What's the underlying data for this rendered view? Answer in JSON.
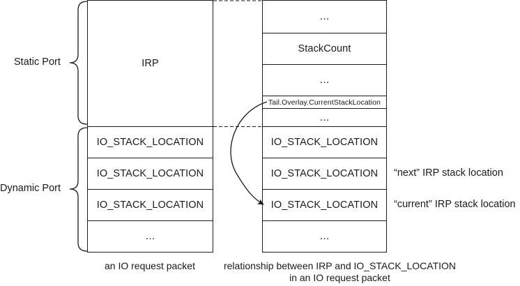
{
  "left_packet": {
    "irp": "IRP",
    "stack_locations": [
      "IO_STACK_LOCATION",
      "IO_STACK_LOCATION",
      "IO_STACK_LOCATION"
    ],
    "ellipsis": "…",
    "caption": "an IO request packet"
  },
  "bracket_labels": {
    "static_port": "Static Port",
    "dynamic_port": "Dynamic Port"
  },
  "right_packet": {
    "irp_fields": [
      "…",
      "StackCount",
      "…",
      "Tail.Overlay.CurrentStackLocation",
      "…"
    ],
    "stack_locations": [
      "IO_STACK_LOCATION",
      "IO_STACK_LOCATION",
      "IO_STACK_LOCATION"
    ],
    "ellipsis": "…",
    "caption_line1": "relationship between IRP and IO_STACK_LOCATION",
    "caption_line2": "in an IO request packet"
  },
  "annotations": {
    "next": "“next” IRP stack location",
    "current": "“current” IRP stack location"
  }
}
